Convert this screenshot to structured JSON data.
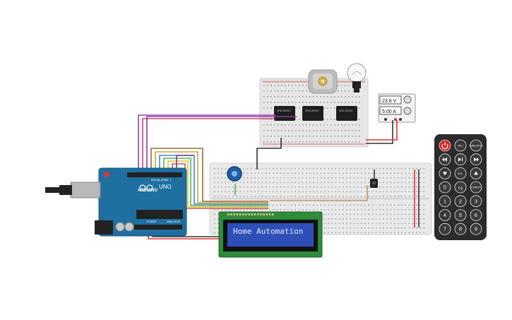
{
  "lcd": {
    "text": "Home Automation"
  },
  "arduino": {
    "brand": "ARDUINO",
    "model": "UNO",
    "digital_label": "DIGITAL (PWM ~)",
    "power_label": "POWER",
    "analog_label": "ANALOG IN"
  },
  "power_supply": {
    "voltage": "23.8 V",
    "current": "5.00 A"
  },
  "remote": {
    "buttons": [
      "",
      "VOL+",
      "FUNC/STOP",
      "",
      "",
      "",
      "",
      "VOL-",
      "",
      "0",
      "EQ",
      "ST/REPT",
      "1",
      "2",
      "3",
      "4",
      "5",
      "6",
      "7",
      "8",
      "9"
    ]
  },
  "colors": {
    "arduino": "#1f6fa0",
    "lcd_pcb": "#2e8b3a",
    "lcd_screen": "#2f4fb8",
    "remote_body": "#2b2b2b",
    "breadboard": "#e9e9e9",
    "relay": "#1e1e1e"
  }
}
